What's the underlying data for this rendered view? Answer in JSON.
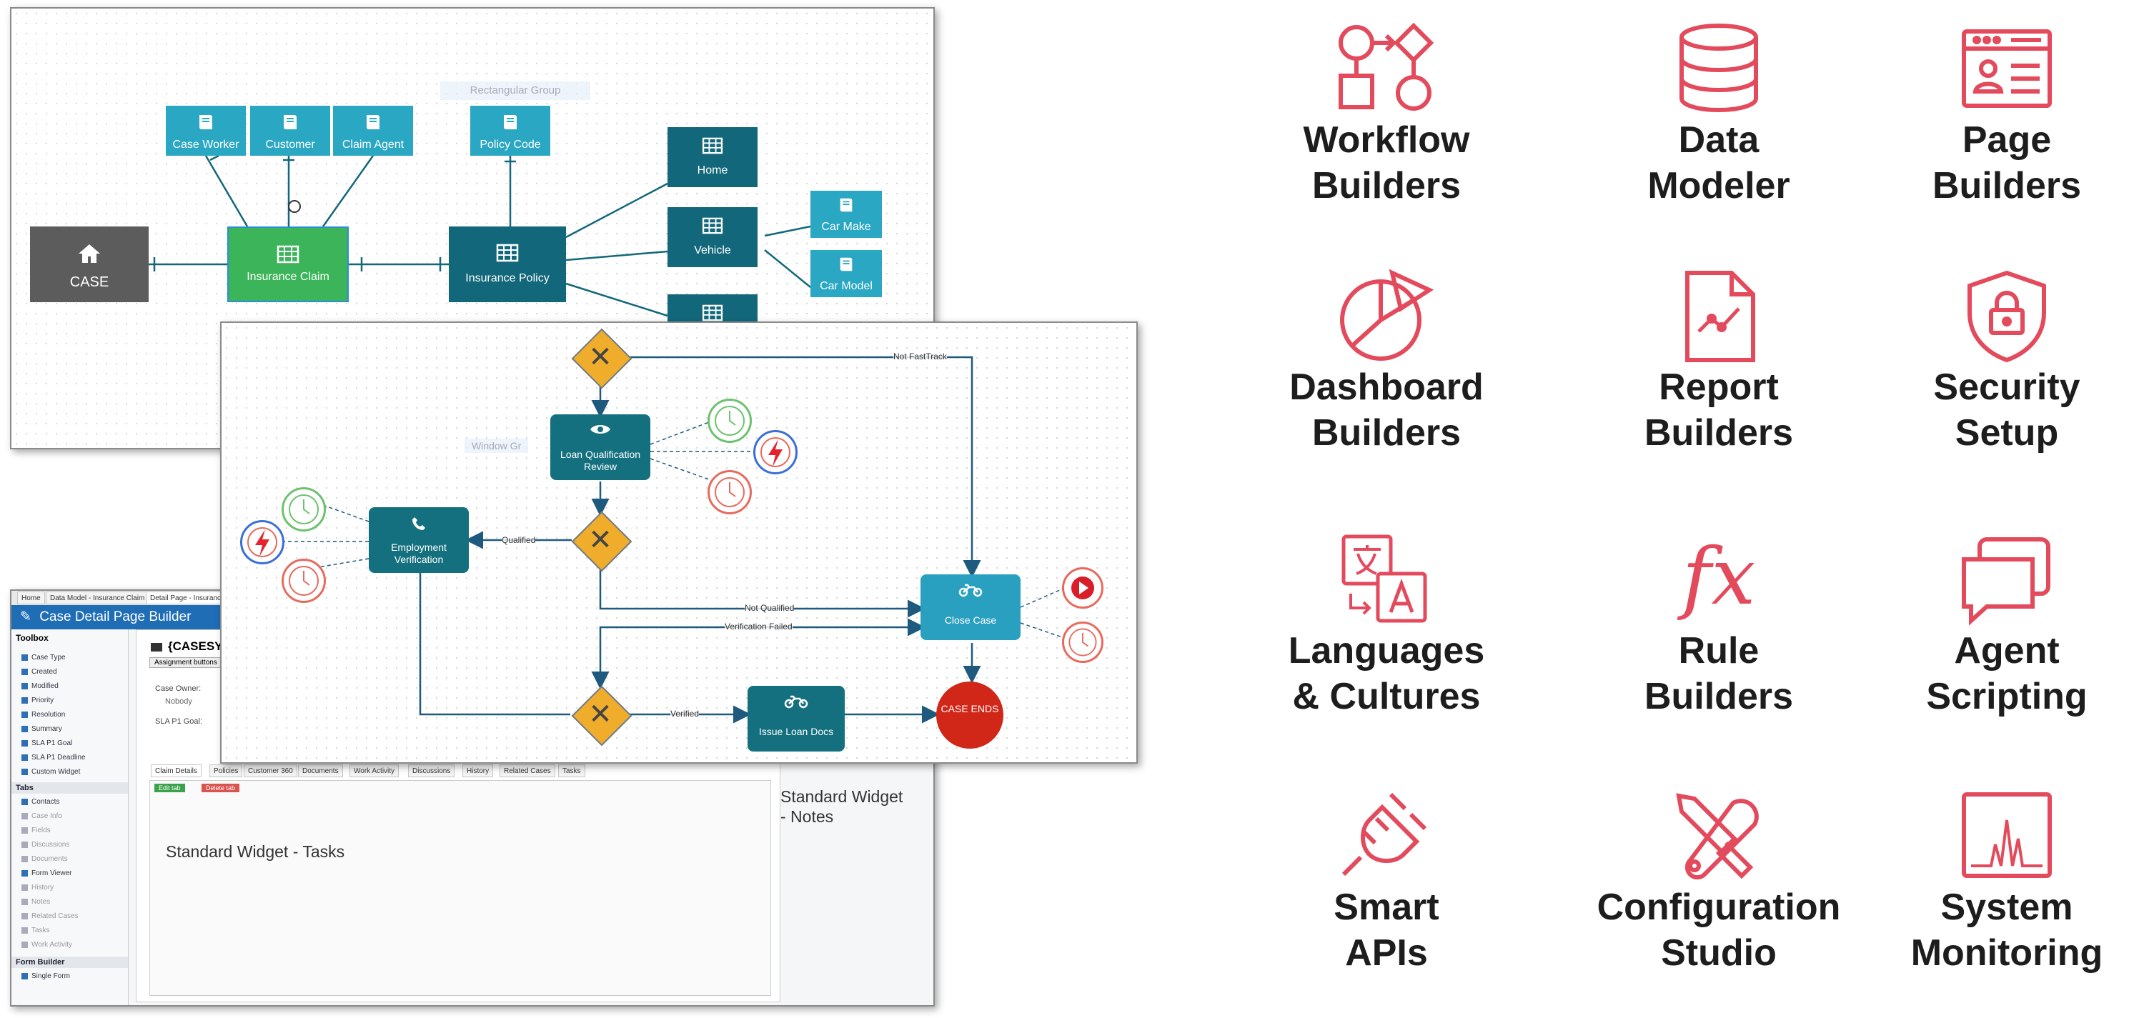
{
  "erd": {
    "group_label": "Rectangular Group",
    "nodes": {
      "case_worker": "Case Worker",
      "customer": "Customer",
      "claim_agent": "Claim Agent",
      "policy_code": "Policy Code",
      "home": "Home",
      "vehicle": "Vehicle",
      "car_make": "Car Make",
      "car_model": "Car Model",
      "case": "CASE",
      "insurance_claim": "Insurance Claim",
      "insurance_policy": "Insurance Policy"
    }
  },
  "workflow": {
    "window_label": "Window Gr",
    "nodes": {
      "loan_review": "Loan Qualification Review",
      "employment": "Employment Verification",
      "close_case": "Close Case",
      "issue_docs": "Issue Loan Docs",
      "case_ends": "CASE ENDS"
    },
    "edges": {
      "not_fasttrack": "Not FastTrack",
      "qualified": "Qualified",
      "not_qualified": "Not Qualified",
      "verification_failed": "Verification Failed",
      "verified": "Verified"
    }
  },
  "page_builder": {
    "tabs": [
      "Home",
      "Data Model - Insurance Claim",
      "Detail Page - Insurance"
    ],
    "title": "Case Detail Page Builder",
    "toolbox_label": "Toolbox",
    "toolbox_items": [
      "Case Type",
      "Created",
      "Modified",
      "Priority",
      "Resolution",
      "Summary",
      "SLA P1 Goal",
      "SLA P1 Deadline",
      "Custom Widget"
    ],
    "tabs_section": "Tabs",
    "tab_items": [
      "Contacts",
      "Case Info",
      "Fields",
      "Discussions",
      "Documents",
      "Form Viewer",
      "History",
      "Notes",
      "Related Cases",
      "Tasks",
      "Work Activity"
    ],
    "form_builder_section": "Form Builder",
    "form_items": [
      "Single Form"
    ],
    "case_system": "{CASESYSTYPE",
    "assignment_button": "Assignment buttons",
    "case_owner_label": "Case Owner:",
    "case_owner_value": "Nobody",
    "sla_label": "SLA P1 Goal:",
    "content_tabs": [
      "Claim Details",
      "Policies",
      "Customer 360",
      "Documents",
      "Work Activity",
      "Discussions",
      "History",
      "Related Cases",
      "Tasks"
    ],
    "edit_tab": "Edit tab",
    "delete_tab": "Delete tab",
    "widget_tasks": "Standard Widget - Tasks",
    "widget_notes": "Standard Widget - Notes"
  },
  "features": [
    {
      "name": "workflow-builders",
      "icon": "workflow-icon",
      "lines": [
        "Workflow",
        "Builders"
      ]
    },
    {
      "name": "data-modeler",
      "icon": "database-icon",
      "lines": [
        "Data",
        "Modeler"
      ]
    },
    {
      "name": "page-builders",
      "icon": "page-icon",
      "lines": [
        "Page",
        "Builders"
      ]
    },
    {
      "name": "dashboard-builders",
      "icon": "pie-chart-icon",
      "lines": [
        "Dashboard",
        "Builders"
      ]
    },
    {
      "name": "report-builders",
      "icon": "report-icon",
      "lines": [
        "Report",
        "Builders"
      ]
    },
    {
      "name": "security-setup",
      "icon": "shield-lock-icon",
      "lines": [
        "Security",
        "Setup"
      ]
    },
    {
      "name": "languages-cultures",
      "icon": "translate-icon",
      "lines": [
        "Languages",
        "& Cultures"
      ]
    },
    {
      "name": "rule-builders",
      "icon": "function-icon",
      "lines": [
        "Rule",
        "Builders"
      ]
    },
    {
      "name": "agent-scripting",
      "icon": "chat-bubbles-icon",
      "lines": [
        "Agent",
        "Scripting"
      ]
    },
    {
      "name": "smart-apis",
      "icon": "plug-icon",
      "lines": [
        "Smart",
        "APIs"
      ]
    },
    {
      "name": "configuration-studio",
      "icon": "tools-icon",
      "lines": [
        "Configuration",
        "Studio"
      ]
    },
    {
      "name": "system-monitoring",
      "icon": "monitor-pulse-icon",
      "lines": [
        "System",
        "Monitoring"
      ]
    }
  ],
  "colors": {
    "accent": "#e34b5d",
    "teal": "#2aa7c2",
    "dark_teal": "#12687a",
    "green": "#3cb55a",
    "gateway": "#f0ad2c",
    "case_ends": "#d02718"
  }
}
